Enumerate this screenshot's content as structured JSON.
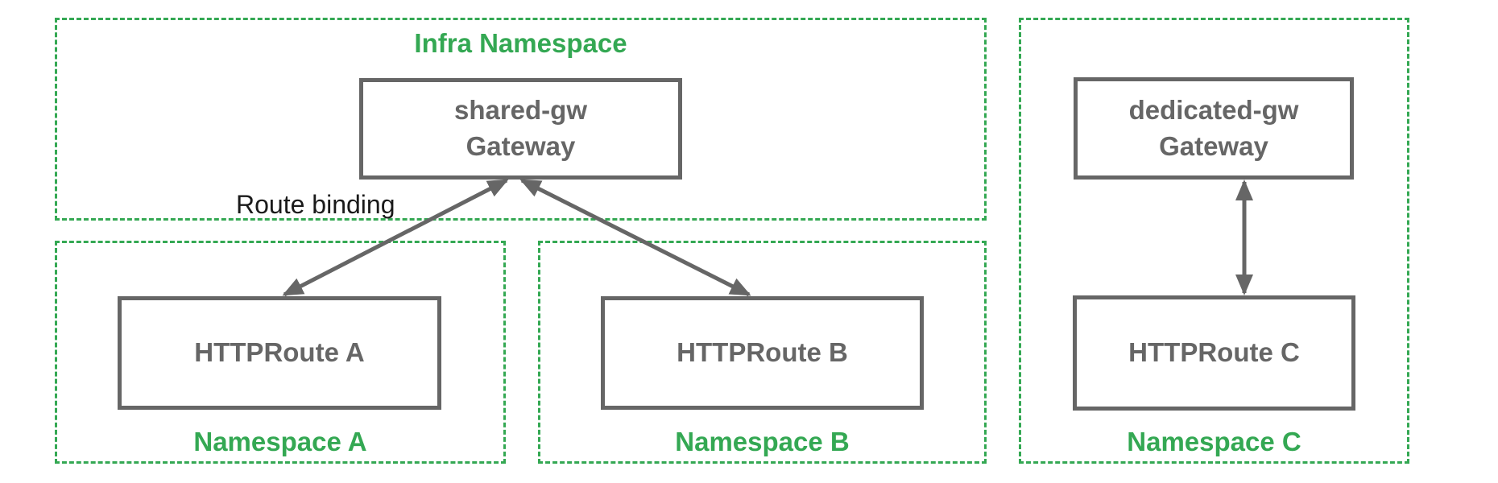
{
  "colors": {
    "namespace_green": "#34A853",
    "box_gray": "#666666",
    "annotation_black": "#1A1A1A",
    "background": "#FFFFFF"
  },
  "diagram": {
    "infra_namespace": {
      "label": "Infra Namespace",
      "gateway": {
        "name": "shared-gw",
        "type": "Gateway"
      }
    },
    "namespace_a": {
      "label": "Namespace A",
      "route": "HTTPRoute A"
    },
    "namespace_b": {
      "label": "Namespace B",
      "route": "HTTPRoute B"
    },
    "namespace_c": {
      "label": "Namespace C",
      "gateway": {
        "name": "dedicated-gw",
        "type": "Gateway"
      },
      "route": "HTTPRoute C"
    },
    "annotations": {
      "route_binding": "Route binding"
    }
  }
}
